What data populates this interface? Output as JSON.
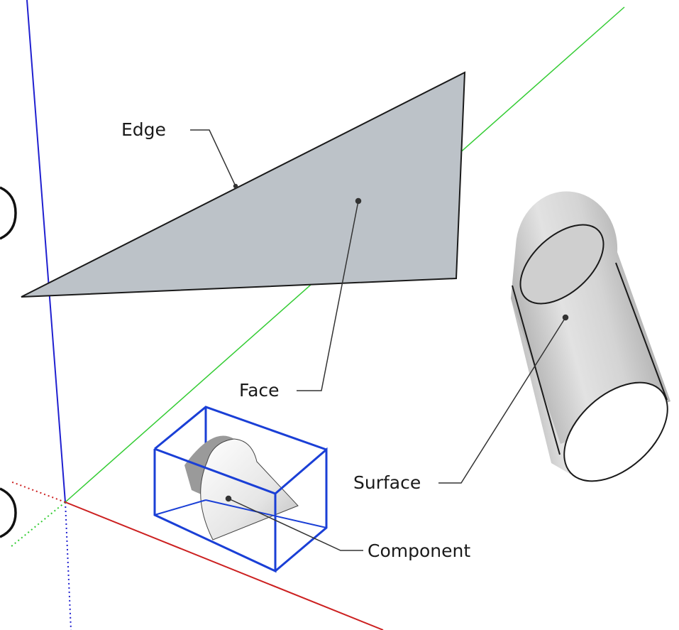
{
  "labels": {
    "edge": "Edge",
    "face": "Face",
    "surface": "Surface",
    "component": "Component"
  },
  "colors": {
    "axis_blue": "#2020d0",
    "axis_green": "#33cc33",
    "axis_red": "#cc2020",
    "face_fill": "#bcc2c8",
    "component_box": "#1a3fd6",
    "leader_line": "#333333"
  }
}
